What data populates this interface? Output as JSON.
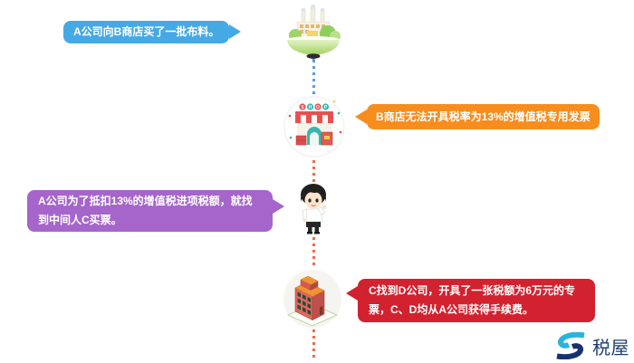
{
  "steps": [
    {
      "label": "A公司向B商店买了一批布料。",
      "color": "#45a9e5",
      "side": "left",
      "icon": "factory-icon"
    },
    {
      "label": "B商店无法开具税率为13%的增值税专用发票",
      "color": "#f78d1d",
      "side": "right",
      "icon": "shop-icon"
    },
    {
      "label": "A公司为了抵扣13%的增值税进项税额，就找到中间人C买票。",
      "color": "#a565cb",
      "side": "left",
      "icon": "person-icon"
    },
    {
      "label": "C找到D公司，开具了一张税额为6万元的专票，C、D均从A公司获得手续费。",
      "color": "#d2222f",
      "side": "right",
      "icon": "building-icon"
    }
  ],
  "connector": {
    "blue": "#5b9be0",
    "red": "#f0684a"
  },
  "logo": {
    "text": "税屋",
    "accent": "#2ab3dc",
    "dark": "#16336e"
  }
}
